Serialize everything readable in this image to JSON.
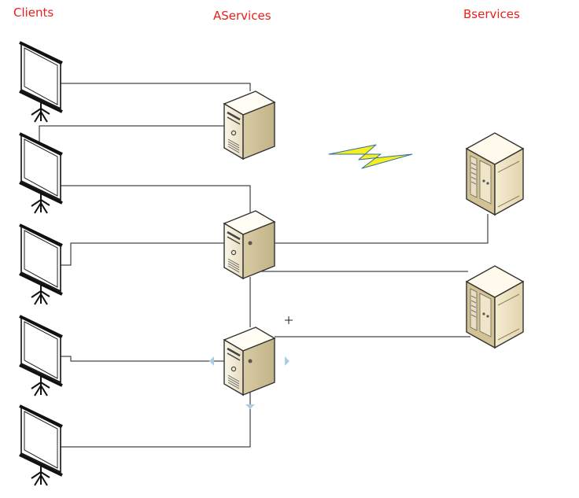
{
  "headers": {
    "clients": "Clients",
    "aservices": "AServices",
    "bservices": "Bservices"
  },
  "colors": {
    "header_text": "#e8201c",
    "connector": "#1a1a1a",
    "lightning_fill": "#f5ef1e",
    "lightning_edge": "#2f6fa8",
    "selection_handle": "#a9cde6"
  },
  "icons": {
    "client": "projector-screen-icon",
    "a_server": "tower-server-icon",
    "b_server": "rack-server-icon",
    "link": "lightning-bolt-icon"
  }
}
